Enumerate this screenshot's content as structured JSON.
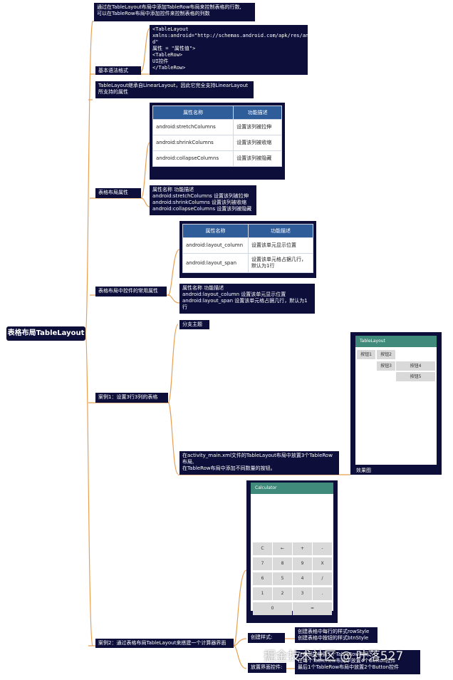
{
  "root": "表格布局TableLayout",
  "branches": {
    "syntax": {
      "label": "基本语法格式",
      "intro": "通过在TableLayout布局中添加TableRow布局来控制表格的行数,\n可以在TableRow布局中添加控件来控制表格的列数",
      "code": "<TableLayout\nxmlns:android=\"http://schemas.android.com/apk/res/androi\nd\"\n属性 = \"属性值\">\n<TableRow>\nUI控件\n</TableRow>"
    },
    "attrs": {
      "label": "表格布局属性",
      "intro": "TableLayout继承自LinearLayout，因此它完全支持LinearLayout\n所支持的属性",
      "table_headers": [
        "属性名称",
        "功能描述"
      ],
      "table_rows": [
        [
          "android:stretchColumns",
          "设置该列被拉伸"
        ],
        [
          "android:shrinkColumns",
          "设置该列被收缩"
        ],
        [
          "android:collapseColumns",
          "设置该列被隐藏"
        ]
      ],
      "summary": "属性名称 功能描述\nandroid:stretchColumns 设置该列被拉伸\nandroid:shrinkColumns 设置该列被收缩\nandroid:collapseColumns 设置该列被隐藏"
    },
    "control_attrs": {
      "label": "表格布局中控件的常用属性",
      "table_headers": [
        "属性名称",
        "功能描述"
      ],
      "table_rows": [
        [
          "android:layout_column",
          "设置该单元显示位置"
        ],
        [
          "android:layout_span",
          "设置该单元格占据几行，默认为1行"
        ]
      ],
      "summary": "属性名称 功能描述\nandroid:layout_column 设置该单元显示位置\nandroid:layout_span 设置该单元格占据几行，默认为1\n行"
    },
    "case1": {
      "label": "案例1：设置3行3列的表格",
      "sub": "分支主题",
      "desc": "在activity_main.xml文件的TableLayout布局中放置3个TableRow\n布局,\n在TableRow布局中添加不同数量的按钮。",
      "preview_caption": "效果图",
      "app_title": "TableLayout",
      "buttons": [
        "按钮1",
        "按钮2",
        "按钮3",
        "按钮4",
        "按钮5"
      ]
    },
    "case2": {
      "label": "案例2：通过表格布局TableLayout来搭建一个计算器界面",
      "app_title": "Calculator",
      "keys": [
        [
          "C",
          "←",
          "+",
          "-"
        ],
        [
          "7",
          "8",
          "9",
          "X"
        ],
        [
          "6",
          "5",
          "4",
          "/"
        ],
        [
          "1",
          "2",
          "3",
          "."
        ],
        [
          "0",
          "="
        ]
      ],
      "style_label": "创建样式:",
      "style_text": "创建表格中每行的样式rowStyle\n创建表格中按钮的样式btnStyle",
      "place_label": "放置界面控件:",
      "place_text": "在布局中放置5个TableRow布局\n在每个TableRow布局中放置4个Button控件\n最后1个TableRow布局中放置2个Button控件"
    }
  },
  "watermark": "掘金技术社区 @ 叶落527",
  "colors": {
    "node_bg": "#0d0f3a",
    "connector": "#e8a050",
    "table_header": "#2f5d9a",
    "appbar": "#3f8a7a"
  }
}
